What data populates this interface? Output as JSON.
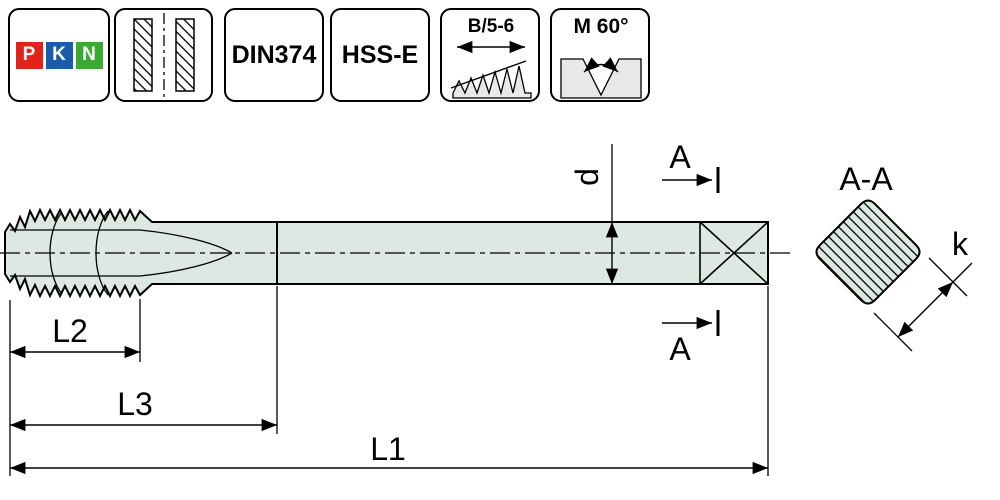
{
  "header": {
    "logo": {
      "letters": [
        {
          "char": "P",
          "color": "#e2231a"
        },
        {
          "char": "K",
          "color": "#1b5bab"
        },
        {
          "char": "N",
          "color": "#3aaa35"
        }
      ]
    },
    "badges": {
      "standard": "DIN374",
      "material": "HSS-E",
      "chamfer": "B/5-6",
      "thread_angle": "M 60°"
    }
  },
  "drawing": {
    "labels": {
      "diameter": "d",
      "section_mark_top": "A",
      "section_mark_bottom": "A",
      "section_view": "A-A",
      "square_width": "k",
      "thread_length": "L2",
      "shank_start_length": "L3",
      "overall_length": "L1"
    },
    "colors": {
      "body_fill": "#dde8e3",
      "line": "#000000"
    }
  }
}
